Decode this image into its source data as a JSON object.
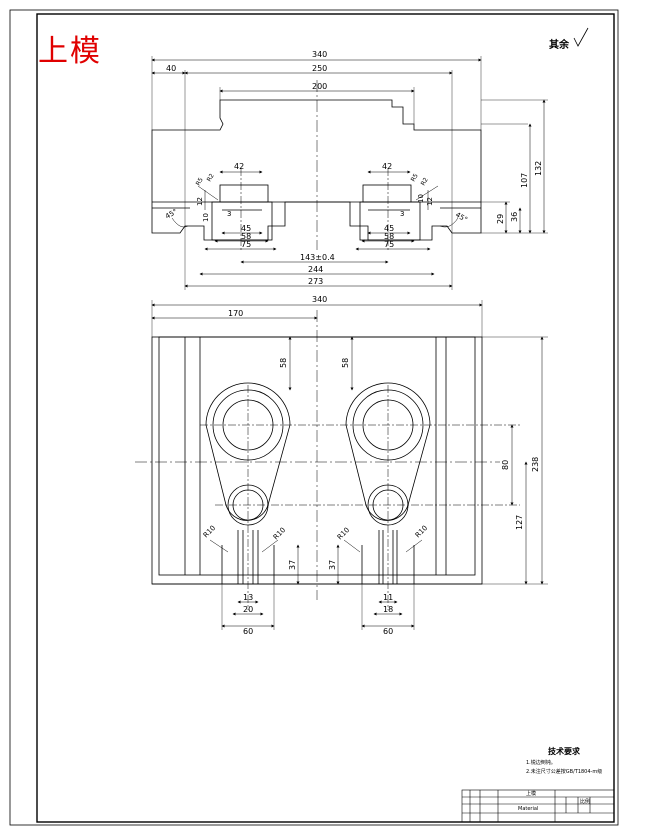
{
  "title_red": "上模",
  "roughness_note": "其余",
  "tech_req": {
    "heading": "技术要求",
    "line1": "1.锐边倒钝。",
    "line2": "2.未注尺寸公差按GB/T1804-m级"
  },
  "title_block": {
    "name": "上模",
    "scale_label": "比例",
    "material": "Material"
  },
  "top_view_dims": {
    "overall_width": "340",
    "offset_left": "40",
    "width_250": "250",
    "width_200": "200",
    "boss_42_left": "42",
    "boss_42_right": "42",
    "r5_left": "R5",
    "r2_left": "R2",
    "r5_right": "R5",
    "r2_right": "R2",
    "d12": "12",
    "d10_left": "10",
    "d10_right": "10",
    "d12_right": "12",
    "d3_left": "3",
    "d3_right": "3",
    "d45_left": "45",
    "d58_left": "58",
    "d75_left": "75",
    "d45_right": "45",
    "d58_right": "58",
    "d75_right": "75",
    "tol_143": "143±0.4",
    "d244": "244",
    "d273": "273",
    "angle_left": "45°",
    "angle_right": "45°",
    "h132": "132",
    "h107": "107",
    "h29": "29",
    "h36": "36"
  },
  "plan_view_dims": {
    "overall_width": "340",
    "half_width": "170",
    "v58_left": "58",
    "v58_right": "58",
    "v80": "80",
    "v127": "127",
    "v238": "238",
    "r10_1": "R10",
    "r10_2": "R10",
    "r10_3": "R10",
    "r10_4": "R10",
    "d37_left": "37",
    "d37_right": "37",
    "w13": "13",
    "w20": "20",
    "w60_left": "60",
    "w11": "11",
    "w18": "18",
    "w60_right": "60"
  },
  "colors": {
    "line": "#000000",
    "centerline": "#000000",
    "title": "#e00000",
    "background": "#ffffff"
  }
}
